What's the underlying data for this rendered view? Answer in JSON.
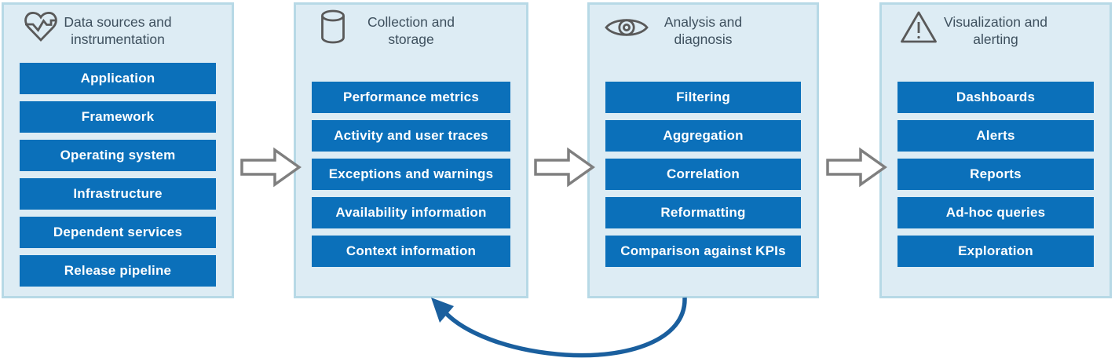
{
  "diagram": {
    "panels": [
      {
        "id": "data-sources",
        "icon": "heartbeat-icon",
        "title_lines": [
          "Data sources and",
          "instrumentation"
        ],
        "items": [
          "Application",
          "Framework",
          "Operating system",
          "Infrastructure",
          "Dependent services",
          "Release pipeline"
        ]
      },
      {
        "id": "collection-storage",
        "icon": "database-icon",
        "title_lines": [
          "Collection and",
          "storage"
        ],
        "items": [
          "Performance metrics",
          "Activity and user traces",
          "Exceptions and warnings",
          "Availability information",
          "Context information"
        ]
      },
      {
        "id": "analysis-diagnosis",
        "icon": "eye-icon",
        "title_lines": [
          "Analysis and",
          "diagnosis"
        ],
        "items": [
          "Filtering",
          "Aggregation",
          "Correlation",
          "Reformatting",
          "Comparison against KPIs"
        ]
      },
      {
        "id": "visualization-alerting",
        "icon": "warning-icon",
        "title_lines": [
          "Visualization and",
          "alerting"
        ],
        "items": [
          "Dashboards",
          "Alerts",
          "Reports",
          "Ad-hoc queries",
          "Exploration"
        ]
      }
    ],
    "colors": {
      "item_bg": "#0b70ba",
      "item_text": "#ffffff",
      "panel_bg": "#ddecf4",
      "panel_border": "#b7d9e6",
      "title_text": "#3e505e",
      "icon_stroke": "#595959",
      "flow_arrow_outline": "#7f7f7f",
      "feedback_arrow": "#1a5f9e"
    }
  }
}
